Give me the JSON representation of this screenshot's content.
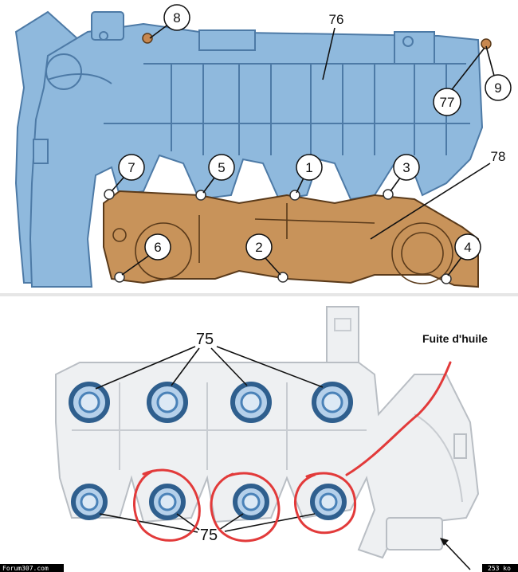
{
  "top_diagram": {
    "callouts": [
      {
        "id": "c8",
        "text": "8"
      },
      {
        "id": "c76",
        "text": "76"
      },
      {
        "id": "c9",
        "text": "9"
      },
      {
        "id": "c77",
        "text": "77"
      },
      {
        "id": "c78",
        "text": "78"
      },
      {
        "id": "c7",
        "text": "7"
      },
      {
        "id": "c5",
        "text": "5"
      },
      {
        "id": "c1",
        "text": "1"
      },
      {
        "id": "c3",
        "text": "3"
      },
      {
        "id": "c6",
        "text": "6"
      },
      {
        "id": "c2",
        "text": "2"
      },
      {
        "id": "c4",
        "text": "4"
      }
    ]
  },
  "bottom_diagram": {
    "label_top": "75",
    "label_bottom": "75",
    "annotation": "Fuite d'huile"
  },
  "footer": {
    "left": "Forum307.com",
    "right": "253 ko"
  },
  "colors": {
    "manifold_blue": "#8fb9dd",
    "manifold_blue_dark": "#4d7aa6",
    "cover_orange": "#c8935a",
    "seal_blue": "#4a82b8",
    "marker_red": "#e23a3a"
  }
}
